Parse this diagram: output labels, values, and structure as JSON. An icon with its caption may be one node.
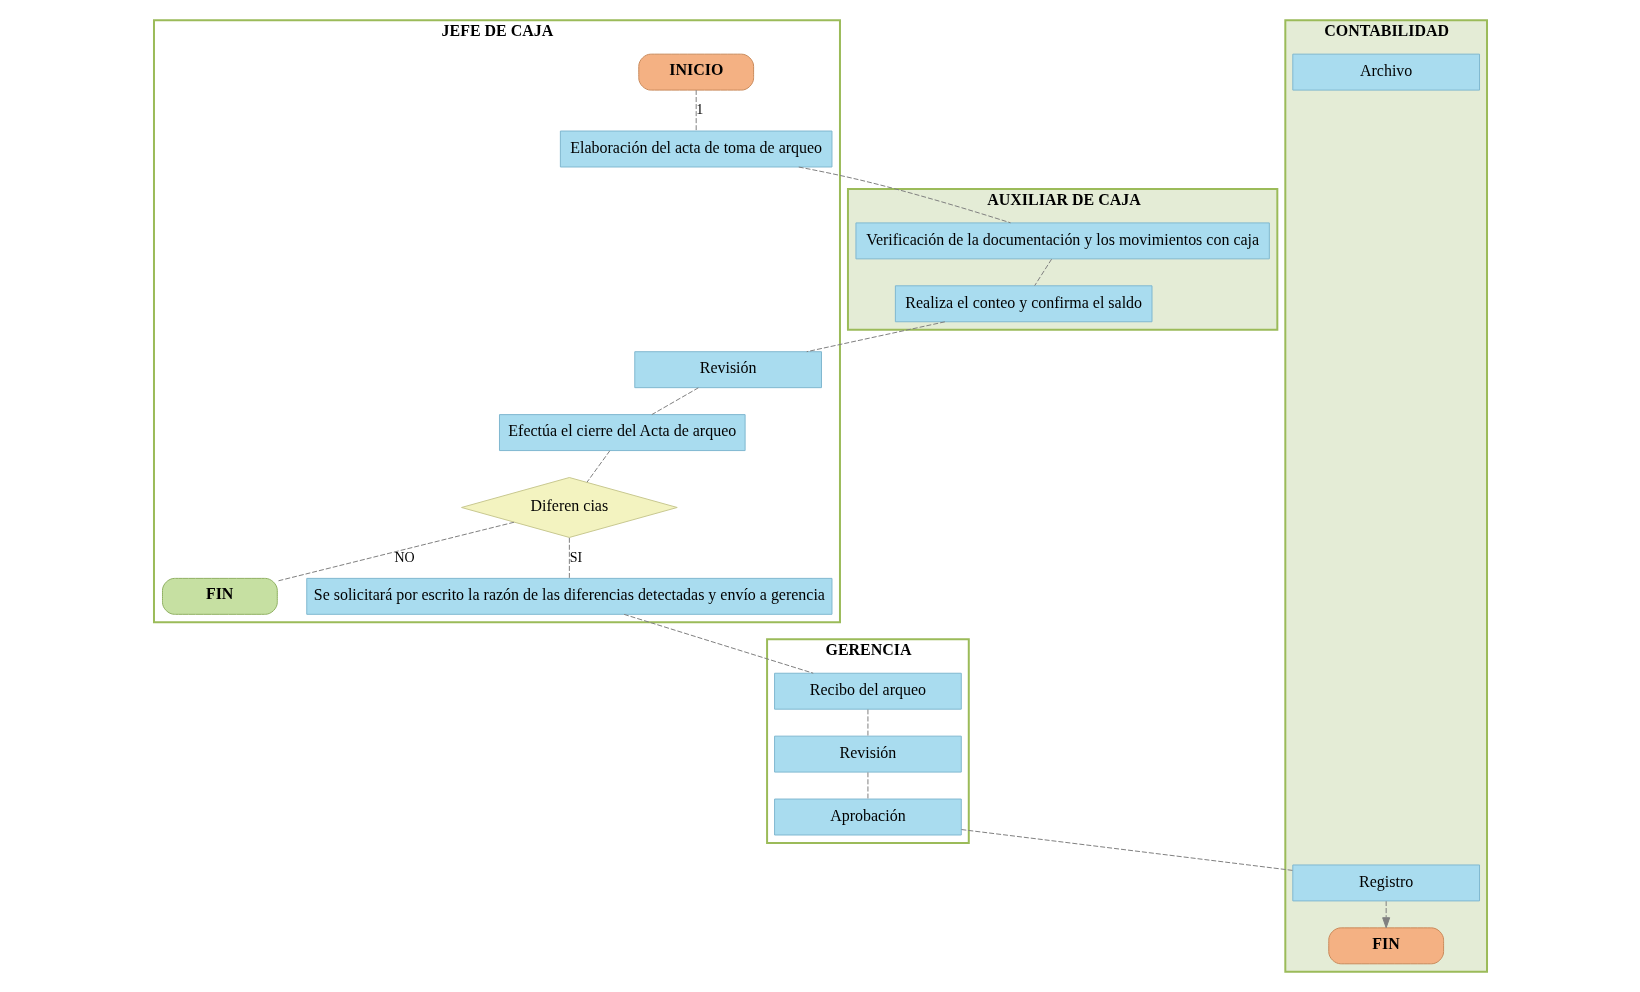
{
  "diagram": {
    "nodes": [
      {
        "text": [
          "JEFE DE CAJA"
        ]
      },
      {
        "text": [
          "AUXILIAR DE CAJA"
        ]
      },
      {
        "text": [
          "GERENCIA"
        ]
      },
      {
        "text": [
          "CONTABILIDAD"
        ]
      },
      {
        "text": [
          "INICIO"
        ],
        "in": 0
      },
      {
        "text": [
          "Elaboración del acta de toma de arqueo"
        ],
        "in": 0
      },
      {
        "text": [
          "Revisión"
        ],
        "in": 0
      },
      {
        "text": [
          "Efectúa el cierre del Acta de arqueo"
        ],
        "in": 0
      },
      {
        "text": [
          "Diferen cias"
        ],
        "in": 0
      },
      {
        "text": [
          "FIN"
        ],
        "in": 0
      },
      {
        "text": [
          "Se solicitará por escrito la razón de las diferencias detectadas y envío a gerencia"
        ],
        "in": 0
      },
      {
        "text": [
          "Verificación de la documentación y los movimientos con caja"
        ],
        "in": 1
      },
      {
        "text": [
          "Realiza el conteo y confirma el saldo"
        ],
        "in": 1
      },
      {
        "text": [
          "Recibo del arqueo"
        ],
        "in": 2
      },
      {
        "text": [
          "Revisión"
        ],
        "in": 2
      },
      {
        "text": [
          "Aprobación"
        ],
        "in": 2
      },
      {
        "text": [
          "Registro"
        ],
        "in": 3
      },
      {
        "text": [
          "Archivo"
        ],
        "in": 3
      },
      {
        "text": [
          "FIN"
        ],
        "in": 3
      }
    ],
    "edges": [
      {
        "from": 4,
        "to": 5,
        "arrow": "none",
        "style": "dashed",
        "label": "1"
      },
      {
        "from": 5,
        "to": 11,
        "arrow": "none",
        "style": "dashed"
      },
      {
        "from": 11,
        "to": 12,
        "arrow": "none",
        "style": "dashed"
      },
      {
        "from": 12,
        "to": 6,
        "arrow": "none",
        "style": "dashed"
      },
      {
        "from": 6,
        "to": 7,
        "arrow": "none",
        "style": "dashed"
      },
      {
        "from": 7,
        "to": 8,
        "arrow": "none",
        "style": "dashed"
      },
      {
        "from": 8,
        "to": 9,
        "arrow": "none",
        "style": "dashed",
        "label": "NO"
      },
      {
        "from": 8,
        "to": 10,
        "arrow": "none",
        "style": "dashed",
        "label": "SI"
      },
      {
        "from": 10,
        "to": 13,
        "arrow": "none",
        "style": "dashed"
      },
      {
        "from": 13,
        "to": 14,
        "arrow": "none",
        "style": "dashed"
      },
      {
        "from": 14,
        "to": 15,
        "arrow": "none",
        "style": "dashed"
      },
      {
        "from": 15,
        "to": 16,
        "arrow": "none",
        "style": "dashed"
      },
      {
        "from": 16,
        "to": 18,
        "arrow": "to",
        "style": "dashed"
      }
    ]
  }
}
